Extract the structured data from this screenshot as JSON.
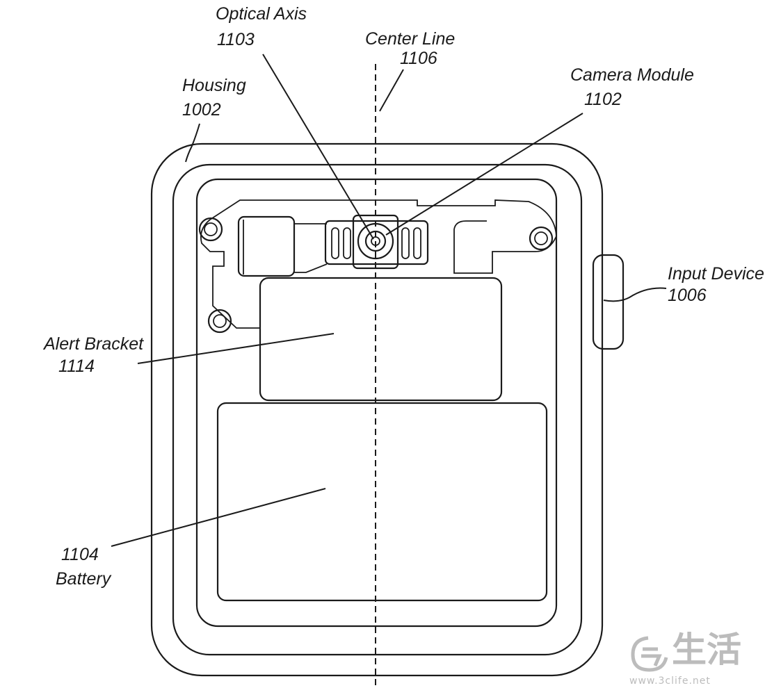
{
  "labels": {
    "optical_axis": {
      "name": "Optical Axis",
      "ref": "1103"
    },
    "center_line": {
      "name": "Center Line",
      "ref": "1106"
    },
    "housing": {
      "name": "Housing",
      "ref": "1002"
    },
    "camera_module": {
      "name": "Camera Module",
      "ref": "1102"
    },
    "input_device": {
      "name": "Input Device",
      "ref": "1006"
    },
    "alert_bracket": {
      "name": "Alert Bracket",
      "ref": "1114"
    },
    "battery": {
      "ref": "1104",
      "name": "Battery"
    }
  },
  "watermark": {
    "text": "生活",
    "url": "www.3clife.net"
  },
  "colors": {
    "line": "#1a1a1a",
    "watermark": "#bcbcbc",
    "background": "#ffffff"
  }
}
